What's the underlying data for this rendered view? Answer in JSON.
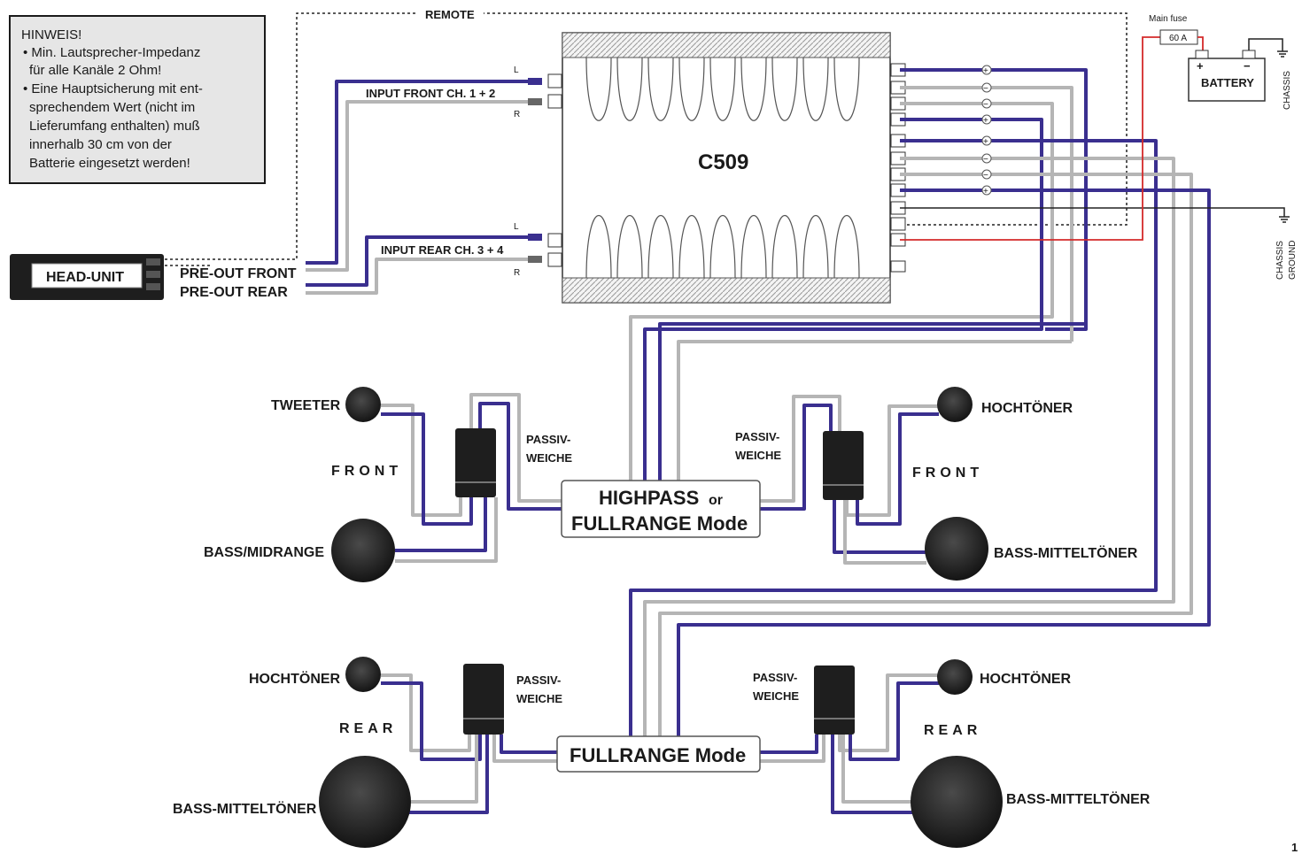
{
  "colors": {
    "wire_blue": "#3a2f8f",
    "wire_gray": "#b5b5b5",
    "wire_red": "#d42a2a",
    "wire_black": "#222222",
    "note_bg": "#e6e6e6",
    "head_unit": "#1e1e1e",
    "speaker": "#2a2a2a"
  },
  "note": {
    "title": "HINWEIS!",
    "lines": [
      "•  Min. Lautsprecher-Impedanz",
      "für alle Kanäle 2 Ohm!",
      "• Eine Hauptsicherung mit ent-",
      "sprechendem Wert (nicht im",
      "Lieferumfang enthalten) muß",
      "innerhalb 30 cm von der",
      "Batterie eingesetzt werden!"
    ]
  },
  "head_unit": {
    "label": "HEAD-UNIT",
    "pre_out_front": "PRE-OUT FRONT",
    "pre_out_rear": "PRE-OUT REAR"
  },
  "remote_label": "REMOTE",
  "inputs": {
    "front": "INPUT FRONT  CH. 1 + 2",
    "rear": "INPUT REAR  CH. 3 + 4",
    "l": "L",
    "r": "R"
  },
  "amplifier": {
    "model": "C509"
  },
  "terminals": [
    "+",
    "−",
    "−",
    "+",
    "+",
    "−",
    "−",
    "+"
  ],
  "power": {
    "main_fuse": "Main fuse",
    "fuse_value": "60 A",
    "battery": "BATTERY",
    "battery_plus": "+",
    "battery_minus": "−",
    "chassis": "CHASSIS",
    "chassis_ground_1": "CHASSIS",
    "chassis_ground_2": "GROUND"
  },
  "modes": {
    "highpass_1": "HIGHPASS",
    "highpass_or": "or",
    "highpass_2": "FULLRANGE Mode",
    "fullrange": "FULLRANGE Mode"
  },
  "crossover": {
    "line1": "PASSIV-",
    "line2": "WEICHE"
  },
  "front_left": {
    "tweeter": "TWEETER",
    "group": "FRONT",
    "woofer": "BASS/MIDRANGE"
  },
  "front_right": {
    "tweeter": "HOCHTÖNER",
    "group": "FRONT",
    "woofer": "BASS-MITTELTÖNER"
  },
  "rear_left": {
    "tweeter": "HOCHTÖNER",
    "group": "REAR",
    "woofer": "BASS-MITTELTÖNER"
  },
  "rear_right": {
    "tweeter": "HOCHTÖNER",
    "group": "REAR",
    "woofer": "BASS-MITTELTÖNER"
  },
  "page_number": "1"
}
